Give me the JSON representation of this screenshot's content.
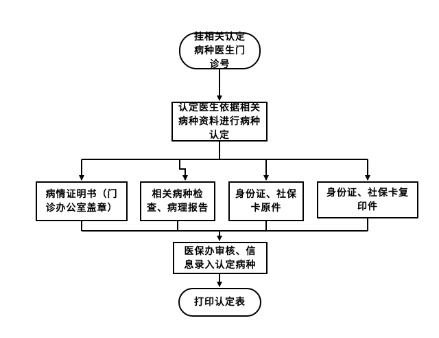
{
  "flowchart": {
    "start": "挂相关认定病种医生门诊号",
    "doctor_review": "认定医生依据相关病种资料进行病种认定",
    "documents": [
      "病情证明书（门诊办公室盖章）",
      "相关病种检查、病理报告",
      "身份证、社保卡原件",
      "身份证、社保卡复印件"
    ],
    "office_review": "医保办审核、信息录入认定病种",
    "end": "打印认定表"
  }
}
